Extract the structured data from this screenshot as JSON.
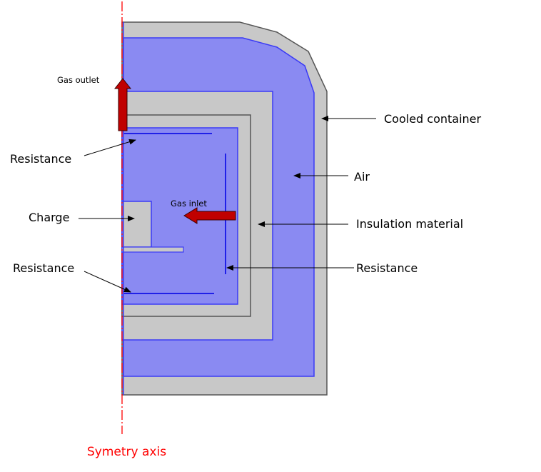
{
  "diagram": {
    "colors": {
      "steel": "#c8c8c8",
      "steel_edge": "#555555",
      "air": "#8a8af2",
      "air_edge": "#3a3af5",
      "resistance": "#2020e8",
      "arrow_red": "#c00000",
      "axis": "#ff0000",
      "text": "#000000"
    },
    "labels": {
      "gas_outlet": "Gas outlet",
      "gas_inlet": "Gas inlet",
      "resistance_top": "Resistance",
      "charge": "Charge",
      "resistance_bottom": "Resistance",
      "cooled_container": "Cooled container",
      "air": "Air",
      "insulation_material": "Insulation material",
      "resistance_side": "Resistance",
      "symmetry_axis": "Symetry axis"
    }
  }
}
